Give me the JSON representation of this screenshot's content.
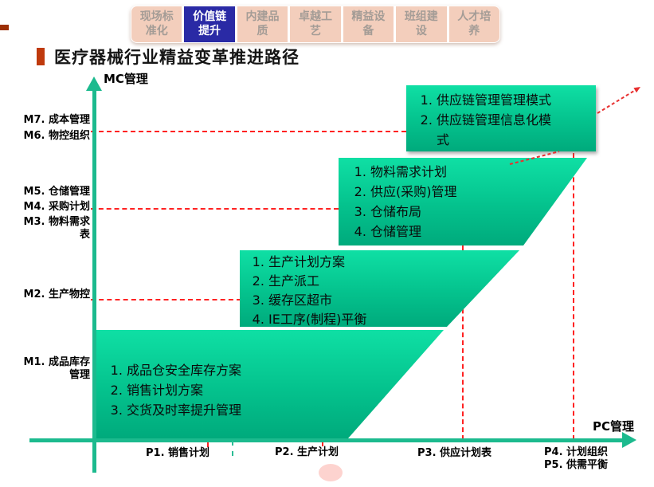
{
  "slide": {
    "title": "医疗器械行业精益变革推进路径"
  },
  "tabs": {
    "items": [
      {
        "label": "现场标\n准化",
        "active": false
      },
      {
        "label": "价值链\n提升",
        "active": true
      },
      {
        "label": "内建品\n质",
        "active": false
      },
      {
        "label": "卓越工\n艺",
        "active": false
      },
      {
        "label": "精益设\n备",
        "active": false
      },
      {
        "label": "班组建\n设",
        "active": false
      },
      {
        "label": "人才培\n养",
        "active": false
      }
    ]
  },
  "chart": {
    "y_axis_label": "MC管理",
    "x_axis_label": "PC管理",
    "m_labels": [
      "M7. 成本管理",
      "M6. 物控组织",
      "M5. 仓储管理",
      "M4. 采购计划",
      "M3. 物料需求\n表",
      "M2. 生产物控",
      "M1. 成品库存\n管理"
    ],
    "p_labels": [
      "P1. 销售计划",
      "P2. 生产计划",
      "P3. 供应计划表",
      "P4. 计划组织\nP5. 供需平衡"
    ],
    "boxes": [
      {
        "items": [
          "供应链管理管理模式",
          "供应链管理信息化模式"
        ]
      },
      {
        "items": [
          "物料需求计划",
          "供应(采购)管理",
          "仓储布局",
          "仓储管理"
        ]
      },
      {
        "items": [
          "生产计划方案",
          "生产派工",
          "缓存区超市",
          "IE工序(制程)平衡"
        ]
      },
      {
        "items": [
          "成品仓安全库存方案",
          "销售计划方案",
          "交货及时率提升管理"
        ]
      }
    ]
  },
  "colors": {
    "step_green_top": "#0fdfa4",
    "step_green_bottom": "#00aa7c",
    "axis_green": "#1cba8e",
    "dashed_red": "#ff2222",
    "active_tab_blue": "#2a2aa5",
    "tab_salmon": "#f3cebc",
    "title_bullet_red": "#bf3a0d"
  }
}
